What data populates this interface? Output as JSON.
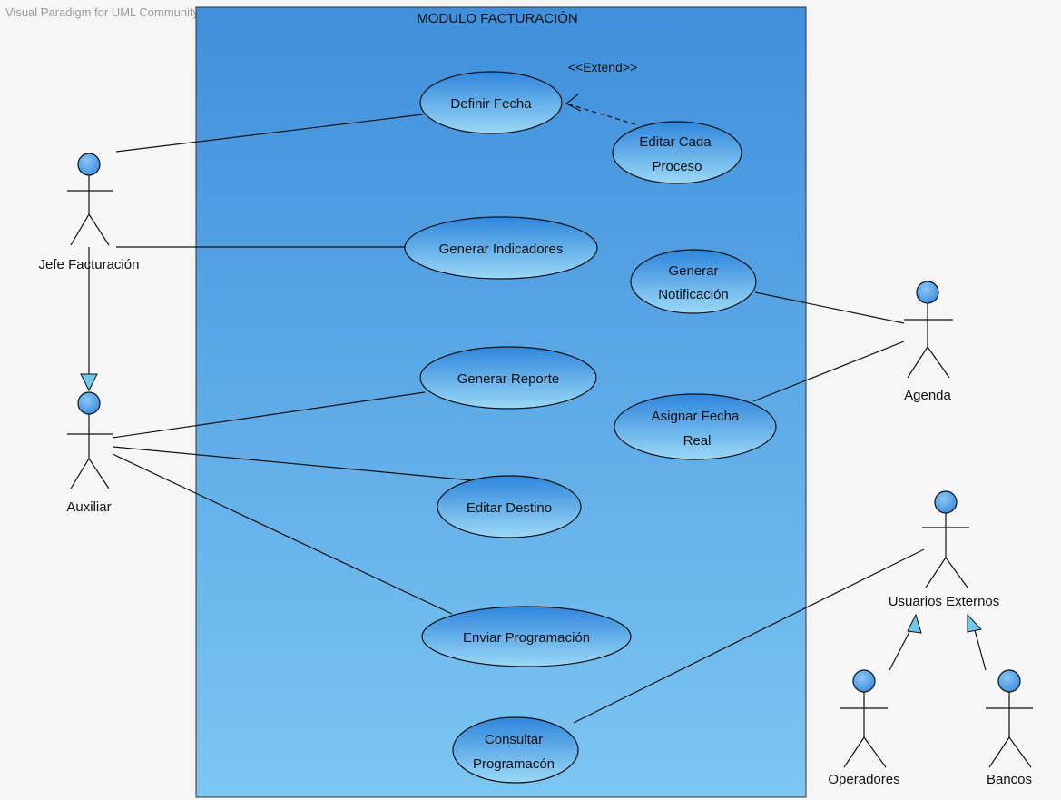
{
  "watermark": "Visual Paradigm for UML Community Edition [not for commercial use]",
  "system": {
    "title": "MODULO FACTURACIÓN"
  },
  "use_cases": [
    {
      "id": "definir-fecha",
      "lines": [
        "Definir Fecha"
      ]
    },
    {
      "id": "editar-cada-proceso",
      "lines": [
        "Editar Cada",
        "Proceso"
      ]
    },
    {
      "id": "generar-indicadores",
      "lines": [
        "Generar Indicadores"
      ]
    },
    {
      "id": "generar-notificacion",
      "lines": [
        "Generar",
        "Notificación"
      ]
    },
    {
      "id": "generar-reporte",
      "lines": [
        "Generar Reporte"
      ]
    },
    {
      "id": "asignar-fecha-real",
      "lines": [
        "Asignar Fecha",
        "Real"
      ]
    },
    {
      "id": "editar-destino",
      "lines": [
        "Editar Destino"
      ]
    },
    {
      "id": "enviar-programacion",
      "lines": [
        "Enviar Programación"
      ]
    },
    {
      "id": "consultar-programacion",
      "lines": [
        "Consultar",
        "Programacón"
      ]
    }
  ],
  "actors": [
    {
      "id": "jefe-facturacion",
      "name": "Jefe Facturación"
    },
    {
      "id": "auxiliar",
      "name": "Auxiliar"
    },
    {
      "id": "agenda",
      "name": "Agenda"
    },
    {
      "id": "usuarios-externos",
      "name": "Usuarios Externos"
    },
    {
      "id": "operadores",
      "name": "Operadores"
    },
    {
      "id": "bancos",
      "name": "Bancos"
    }
  ],
  "stereotype": "<<Extend>>",
  "colors": {
    "boundary_top": "#3f8fdc",
    "boundary_bottom": "#7cc6f2",
    "usecase_top": "#2f86dc",
    "usecase_bottom": "#9bd8f6",
    "actor_head": "#3a8ee0",
    "generalization_arrow": "#6ec9ea"
  }
}
